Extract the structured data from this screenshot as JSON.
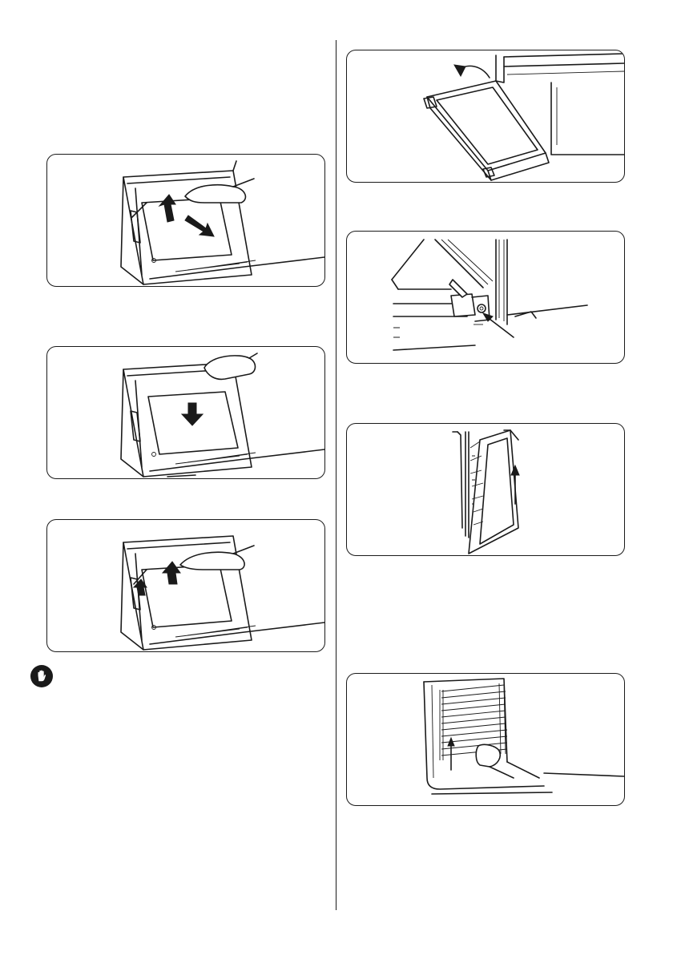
{
  "page": {
    "columns": 2,
    "background": "#ffffff",
    "line_color": "#1a1a1a"
  },
  "figures": [
    {
      "name": "fig-lift-inner-glass",
      "icons": [
        "oven-door-open",
        "hand",
        "arrow-up-curved",
        "arrow-down"
      ]
    },
    {
      "name": "fig-pull-glass-out",
      "icons": [
        "oven-door-open",
        "hand",
        "arrow-down"
      ]
    },
    {
      "name": "fig-insert-glass-clip",
      "icons": [
        "oven-door-open",
        "hand",
        "arrow-up"
      ]
    },
    {
      "name": "fig-close-door",
      "icons": [
        "oven-door-open",
        "arrow-curved"
      ]
    },
    {
      "name": "fig-hinge-detail",
      "icons": [
        "hinge",
        "pointer-arrow"
      ]
    },
    {
      "name": "fig-lift-door-off",
      "icons": [
        "oven-door-side",
        "arrow-up"
      ]
    },
    {
      "name": "fig-remove-side-rack",
      "icons": [
        "wire-rack",
        "hand",
        "arrow-up"
      ]
    }
  ],
  "warning": {
    "icon": "hand-stop-icon"
  }
}
